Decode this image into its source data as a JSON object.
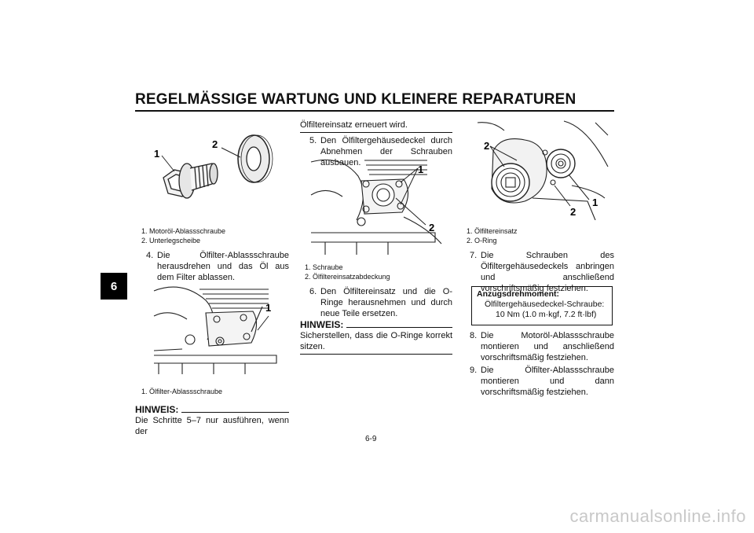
{
  "header": {
    "title": "REGELMÄSSIGE WARTUNG UND KLEINERE REPARATUREN"
  },
  "chapter_tab": "6",
  "column1": {
    "figure1": {
      "callouts": [
        "1",
        "2"
      ],
      "captions": [
        "1. Motoröl-Ablassschraube",
        "2. Unterlegscheibe"
      ]
    },
    "step4": {
      "num": "4.",
      "text": "Die Ölfilter-Ablassschraube heraus­drehen und das Öl aus dem Filter ab­lassen."
    },
    "figure2": {
      "callouts": [
        "1"
      ],
      "captions": [
        "1. Ölfilter-Ablassschraube"
      ]
    },
    "note": {
      "heading": "HINWEIS:",
      "text": "Die Schritte 5–7 nur ausführen, wenn der"
    }
  },
  "column2": {
    "continuation": "Ölfiltereinsatz erneuert wird.",
    "step5": {
      "num": "5.",
      "text": "Den Ölfiltergehäusedeckel durch Ab­nehmen der Schrauben ausbauen."
    },
    "figure3": {
      "callouts": [
        "1",
        "2"
      ],
      "captions": [
        "1. Schraube",
        "2. Ölfiltereinsatzabdeckung"
      ]
    },
    "step6": {
      "num": "6.",
      "text": "Den Ölfiltereinsatz und die O-Ringe herausnehmen und durch neue Teile ersetzen."
    },
    "note": {
      "heading": "HINWEIS:",
      "text": "Sicherstellen, dass die O-Ringe korrekt sit­zen."
    }
  },
  "column3": {
    "figure4": {
      "callouts": [
        "2",
        "1",
        "2"
      ],
      "captions": [
        "1. Ölfiltereinsatz",
        "2. O-Ring"
      ]
    },
    "step7": {
      "num": "7.",
      "text": "Die Schrauben des Ölfiltergehäuse­deckels anbringen und anschließend vorschriftsmäßig festziehen."
    },
    "torque": {
      "heading": "Anzugsdrehmoment:",
      "line1": "Ölfiltergehäusedeckel-Schraube:",
      "line2": "10 Nm (1.0 m·kgf, 7.2 ft·lbf)"
    },
    "step8": {
      "num": "8.",
      "text": "Die Motoröl-Ablassschraube montie­ren und anschließend vorschriftsmä­ßig festziehen."
    },
    "step9": {
      "num": "9.",
      "text": "Die Ölfilter-Ablassschraube montieren und dann vorschriftsmäßig festziehen."
    }
  },
  "footer": {
    "page_number": "6-9"
  },
  "watermark": "carmanualsonline.info"
}
